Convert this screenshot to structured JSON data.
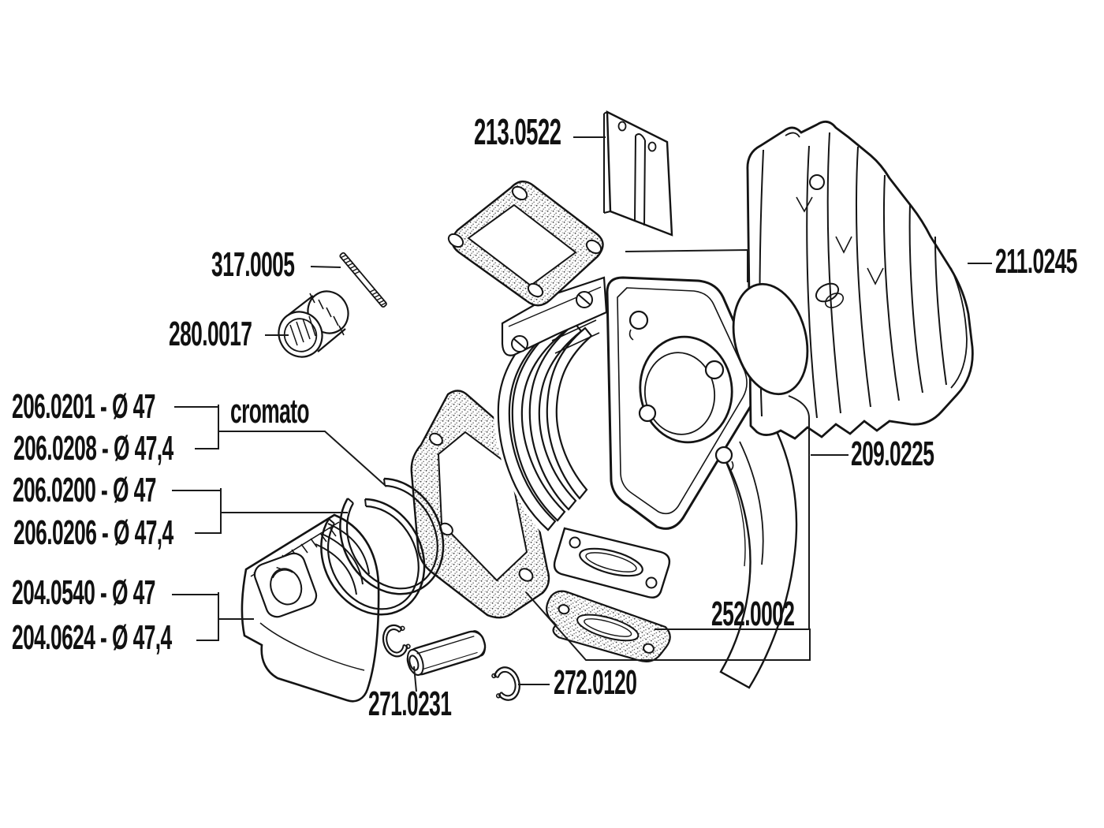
{
  "colors": {
    "background": "#ffffff",
    "line": "#141414"
  },
  "labels": {
    "reed_petal": "213.0522",
    "stud": "317.0005",
    "bearing": "280.0017",
    "cylinder_head": "211.0245",
    "head_gasket": "209.0225",
    "gasket_set": "252.0002",
    "circlip": "272.0120",
    "piston_pin": "271.0231",
    "ring_chrome_d47": "206.0201 - Ø 47",
    "ring_chrome_d474": "206.0208 - Ø 47,4",
    "chrome_note": "cromato",
    "ring_d47": "206.0200 - Ø 47",
    "ring_d474": "206.0206 - Ø 47,4",
    "piston_d47": "204.0540 - Ø 47",
    "piston_d474": "204.0624 - Ø 47,4"
  }
}
